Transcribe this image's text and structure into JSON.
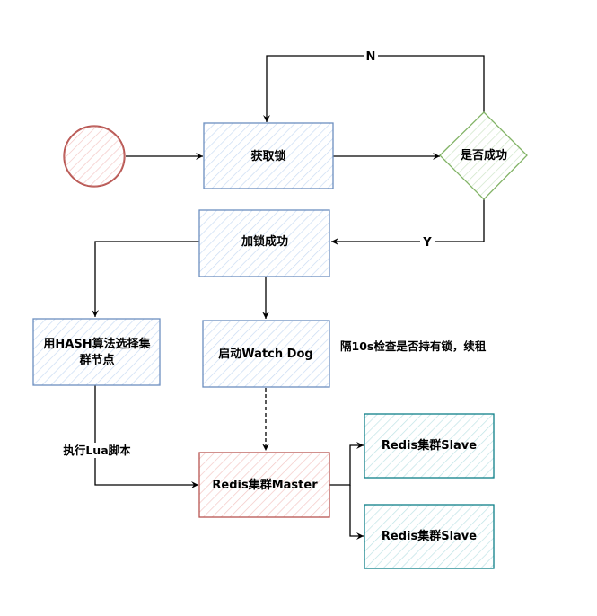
{
  "colors": {
    "blue_stroke": "#6c8ebf",
    "blue_fill": "#dae8fc",
    "red_stroke": "#b85450",
    "red_fill": "#f8cecc",
    "green_stroke": "#82b366",
    "green_fill": "#d5e8d4",
    "teal_stroke": "#0e8088",
    "teal_fill": "#b1ddf0"
  },
  "nodes": {
    "acquire_lock": "获取锁",
    "is_success": "是否成功",
    "lock_success": "加锁成功",
    "hash_select_l1": "用HASH算法选择集",
    "hash_select_l2": "群节点",
    "watch_dog": "启动Watch Dog",
    "redis_master": "Redis集群Master",
    "redis_slave_1": "Redis集群Slave",
    "redis_slave_2": "Redis集群Slave"
  },
  "edge_labels": {
    "no": "N",
    "yes": "Y",
    "lua_script": "执行Lua脚本",
    "watch_dog_note": "隔10s检查是否持有锁，续租"
  }
}
